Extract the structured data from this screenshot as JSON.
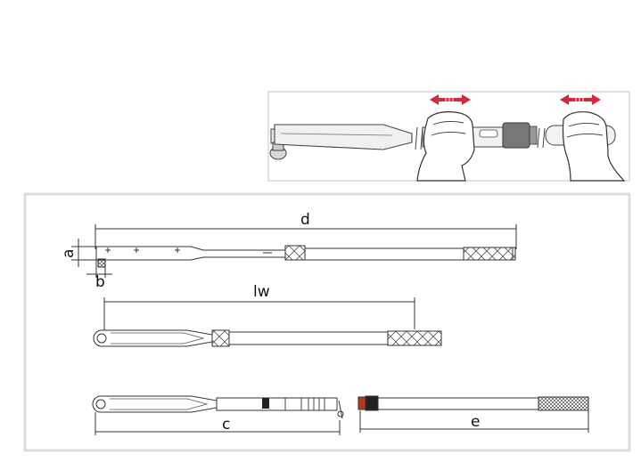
{
  "labels": {
    "d": "d",
    "a": "a",
    "b": "b",
    "lw": "lw",
    "c": "c",
    "e": "e"
  },
  "icons": {
    "arrow_left": "double-arrow-icon",
    "arrow_right": "double-arrow-icon"
  },
  "colors": {
    "arrow": "#d6283a",
    "frame": "#dcdcdc",
    "line": "#333333",
    "tip": "#b33a1a"
  }
}
